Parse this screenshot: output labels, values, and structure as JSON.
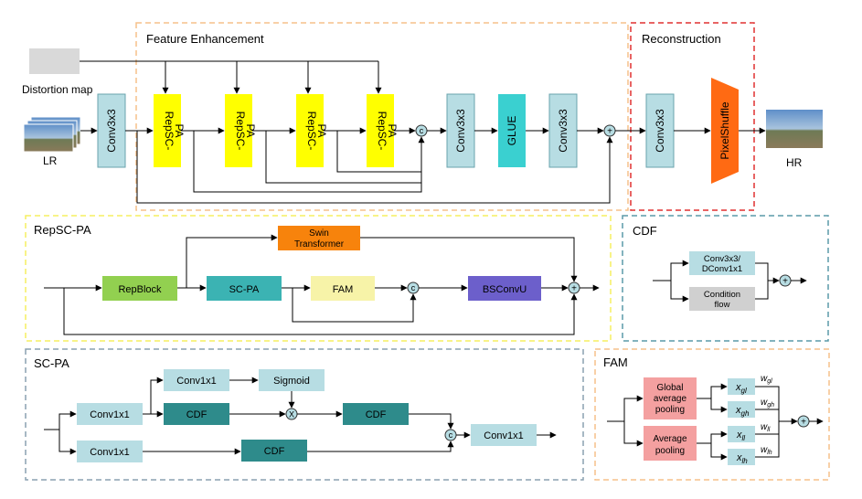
{
  "colors": {
    "light_blue": "#b7dde3",
    "yellow": "#ffff00",
    "cyan": "#3ad0d0",
    "orange": "#ff6a13",
    "swin": "#f7830c",
    "green": "#92d050",
    "teal": "#2e8b8b",
    "fam_fill": "#f7f3a8",
    "purple": "#6c5fcb",
    "pink": "#f4a0a0",
    "grey": "#d0d0d0",
    "orange_dash": "#f5c08a",
    "red_dash": "#e03030",
    "yellow_dash": "#f5ef60",
    "teal_dash": "#5a9aa8",
    "slate_dash": "#8aa0b0"
  },
  "top": {
    "distortion_map": "Distortion map",
    "lr": "LR",
    "hr": "HR",
    "feature_enhancement": "Feature Enhancement",
    "reconstruction": "Reconstruction",
    "conv_in": "Conv3x3",
    "repsc_blocks": [
      [
        "RepSC-",
        "PA"
      ],
      [
        "RepSC-",
        "PA"
      ],
      [
        "RepSC-",
        "PA"
      ],
      [
        "RepSC-",
        "PA"
      ]
    ],
    "concat": "c",
    "conv_mid1": "Conv3x3",
    "glue": "GLUE",
    "conv_mid2": "Conv3x3",
    "add": "+",
    "conv_rec": "Conv3x3",
    "pixelshuffle": "PixelShuffle"
  },
  "repsc": {
    "title": "RepSC-PA",
    "swin": [
      "Swin",
      "Transformer"
    ],
    "repblock": "RepBlock",
    "scpa": "SC-PA",
    "fam": "FAM",
    "concat": "c",
    "bsconvu": "BSConvU",
    "add": "+"
  },
  "cdf_box": {
    "title": "CDF",
    "conv": [
      "Conv3x3/",
      "DConv1x1"
    ],
    "cond": [
      "Condition",
      "flow"
    ],
    "add": "+"
  },
  "scpa": {
    "title": "SC-PA",
    "conv_top": "Conv1x1",
    "sigmoid": "Sigmoid",
    "conv_mid": "Conv1x1",
    "cdf1": "CDF",
    "mult": "X",
    "cdf2": "CDF",
    "conv_bot": "Conv1x1",
    "cdf3": "CDF",
    "concat": "c",
    "conv_out": "Conv1x1"
  },
  "fam_box": {
    "title": "FAM",
    "gap": [
      "Global",
      "average",
      "pooling"
    ],
    "ap": [
      "Average",
      "pooling"
    ],
    "x_gl": "x",
    "x_gl_sub": "gl",
    "x_gh": "x",
    "x_gh_sub": "gh",
    "x_ll": "x",
    "x_ll_sub": "ll",
    "x_lh": "x",
    "x_lh_sub": "lh",
    "w_gl": "w",
    "w_gl_sub": "gl",
    "w_gh": "w",
    "w_gh_sub": "gh",
    "w_ll": "w",
    "w_ll_sub": "ll",
    "w_lh": "w",
    "w_lh_sub": "lh",
    "add": "+"
  }
}
